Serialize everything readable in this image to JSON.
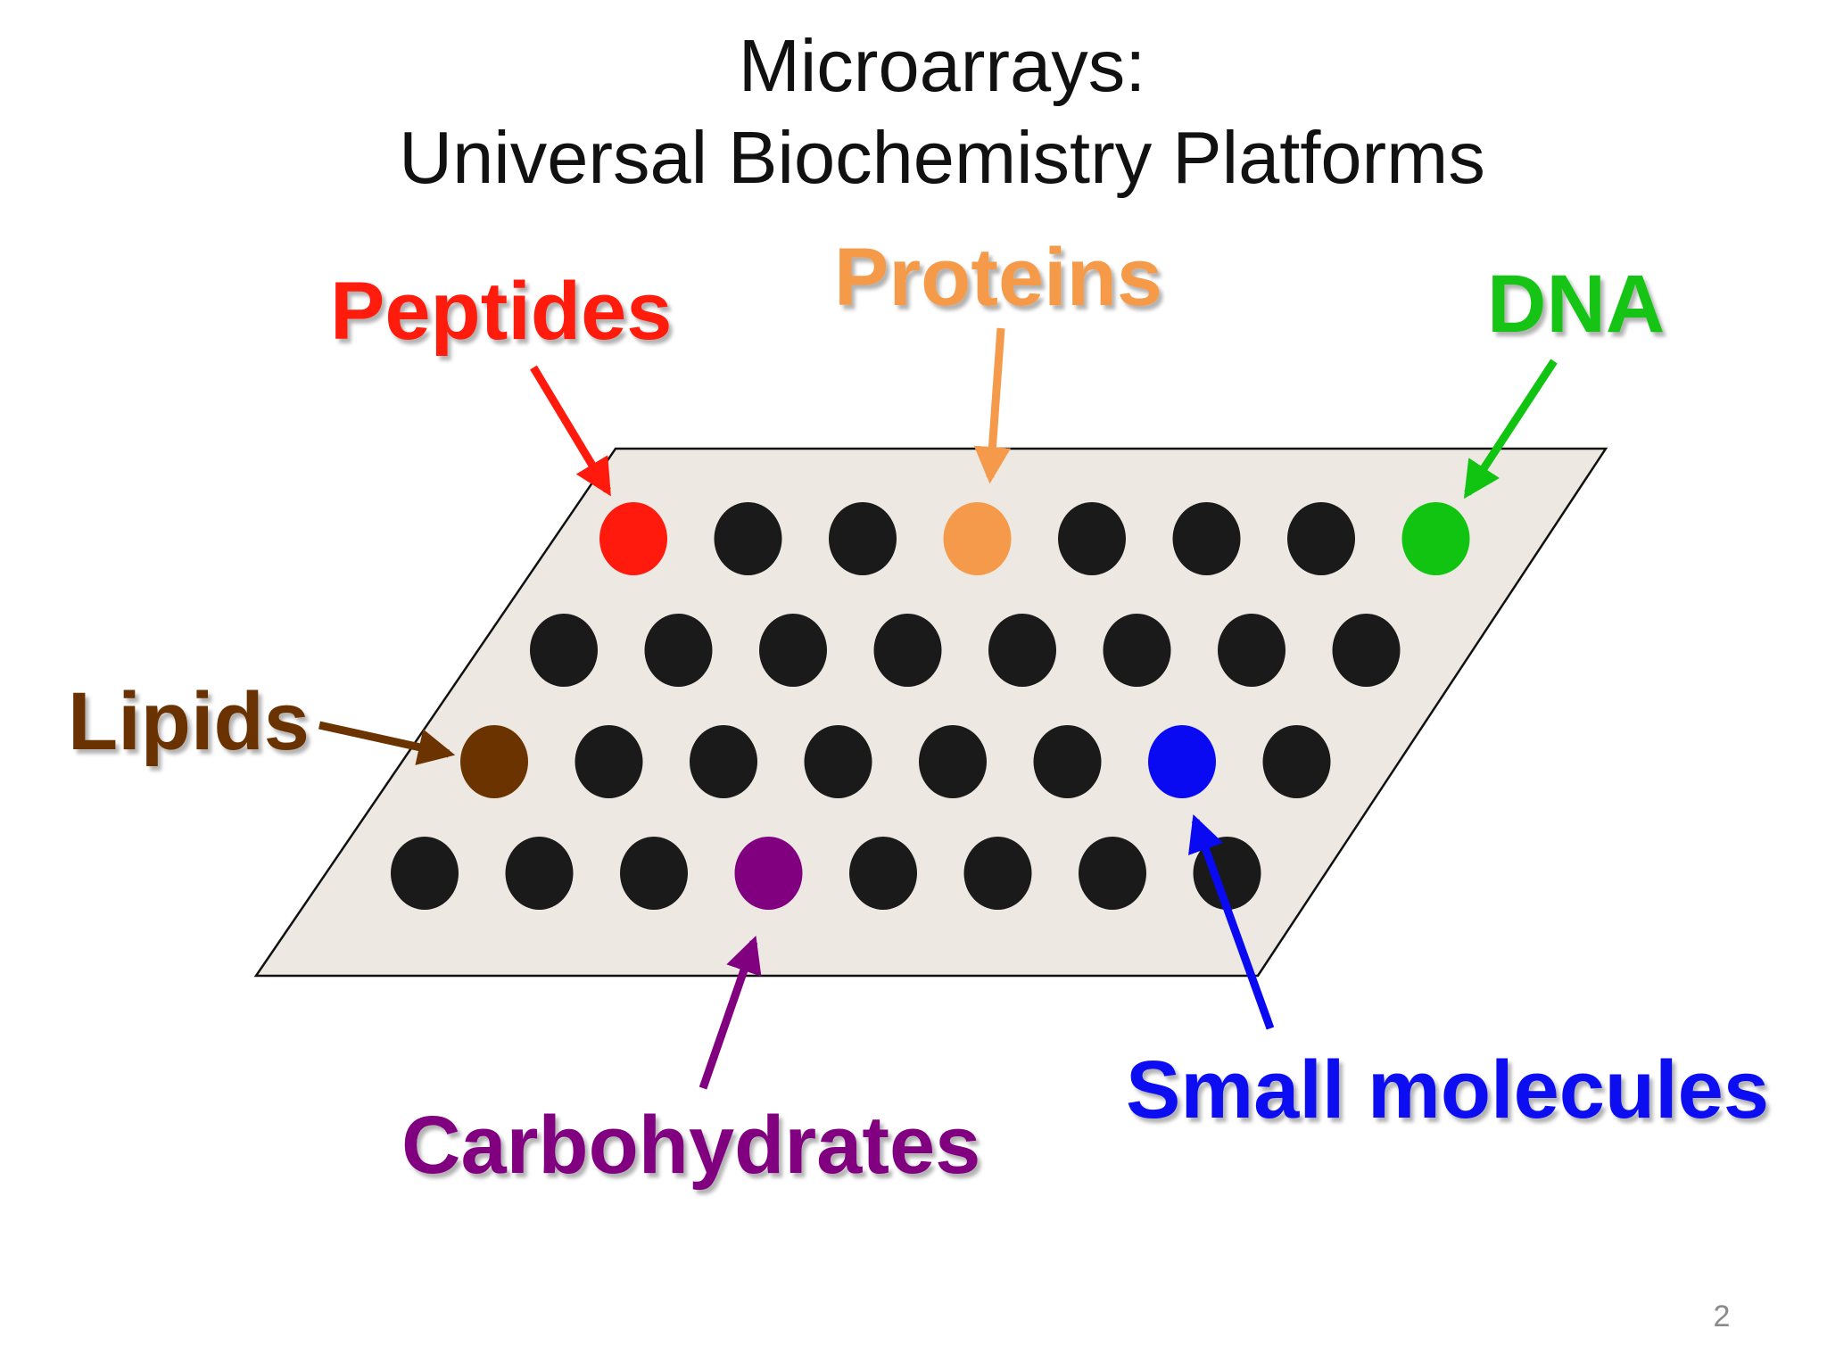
{
  "slide": {
    "title_line1": "Microarrays:",
    "title_line2": "Universal Biochemistry Platforms",
    "page_number": "2"
  },
  "array": {
    "rows": [
      [
        "peptides",
        "black",
        "black",
        "proteins",
        "black",
        "black",
        "black",
        "dna"
      ],
      [
        "black",
        "black",
        "black",
        "black",
        "black",
        "black",
        "black",
        "black"
      ],
      [
        "lipids",
        "black",
        "black",
        "black",
        "black",
        "black",
        "small_molecules",
        "black"
      ],
      [
        "black",
        "black",
        "black",
        "carbohydrates",
        "black",
        "black",
        "black",
        "black"
      ]
    ]
  },
  "labels": {
    "peptides": {
      "text": "Peptides",
      "color": "#ff1a0d"
    },
    "proteins": {
      "text": "Proteins",
      "color": "#f59a4a"
    },
    "dna": {
      "text": "DNA",
      "color": "#12c412"
    },
    "lipids": {
      "text": "Lipids",
      "color": "#6b3300"
    },
    "carbohydrates": {
      "text": "Carbohydrates",
      "color": "#800080"
    },
    "small_molecules": {
      "text": "Small molecules",
      "color": "#0a0af2"
    }
  },
  "colors": {
    "background": "#ffffff",
    "plate_fill": "#ede9e2",
    "plate_stroke": "#111111",
    "default_spot": "#1a1a1a",
    "peptides": "#ff1a0d",
    "proteins": "#f59a4a",
    "dna": "#12c412",
    "lipids": "#6b3300",
    "carbohydrates": "#800080",
    "small_molecules": "#0a0af2"
  }
}
